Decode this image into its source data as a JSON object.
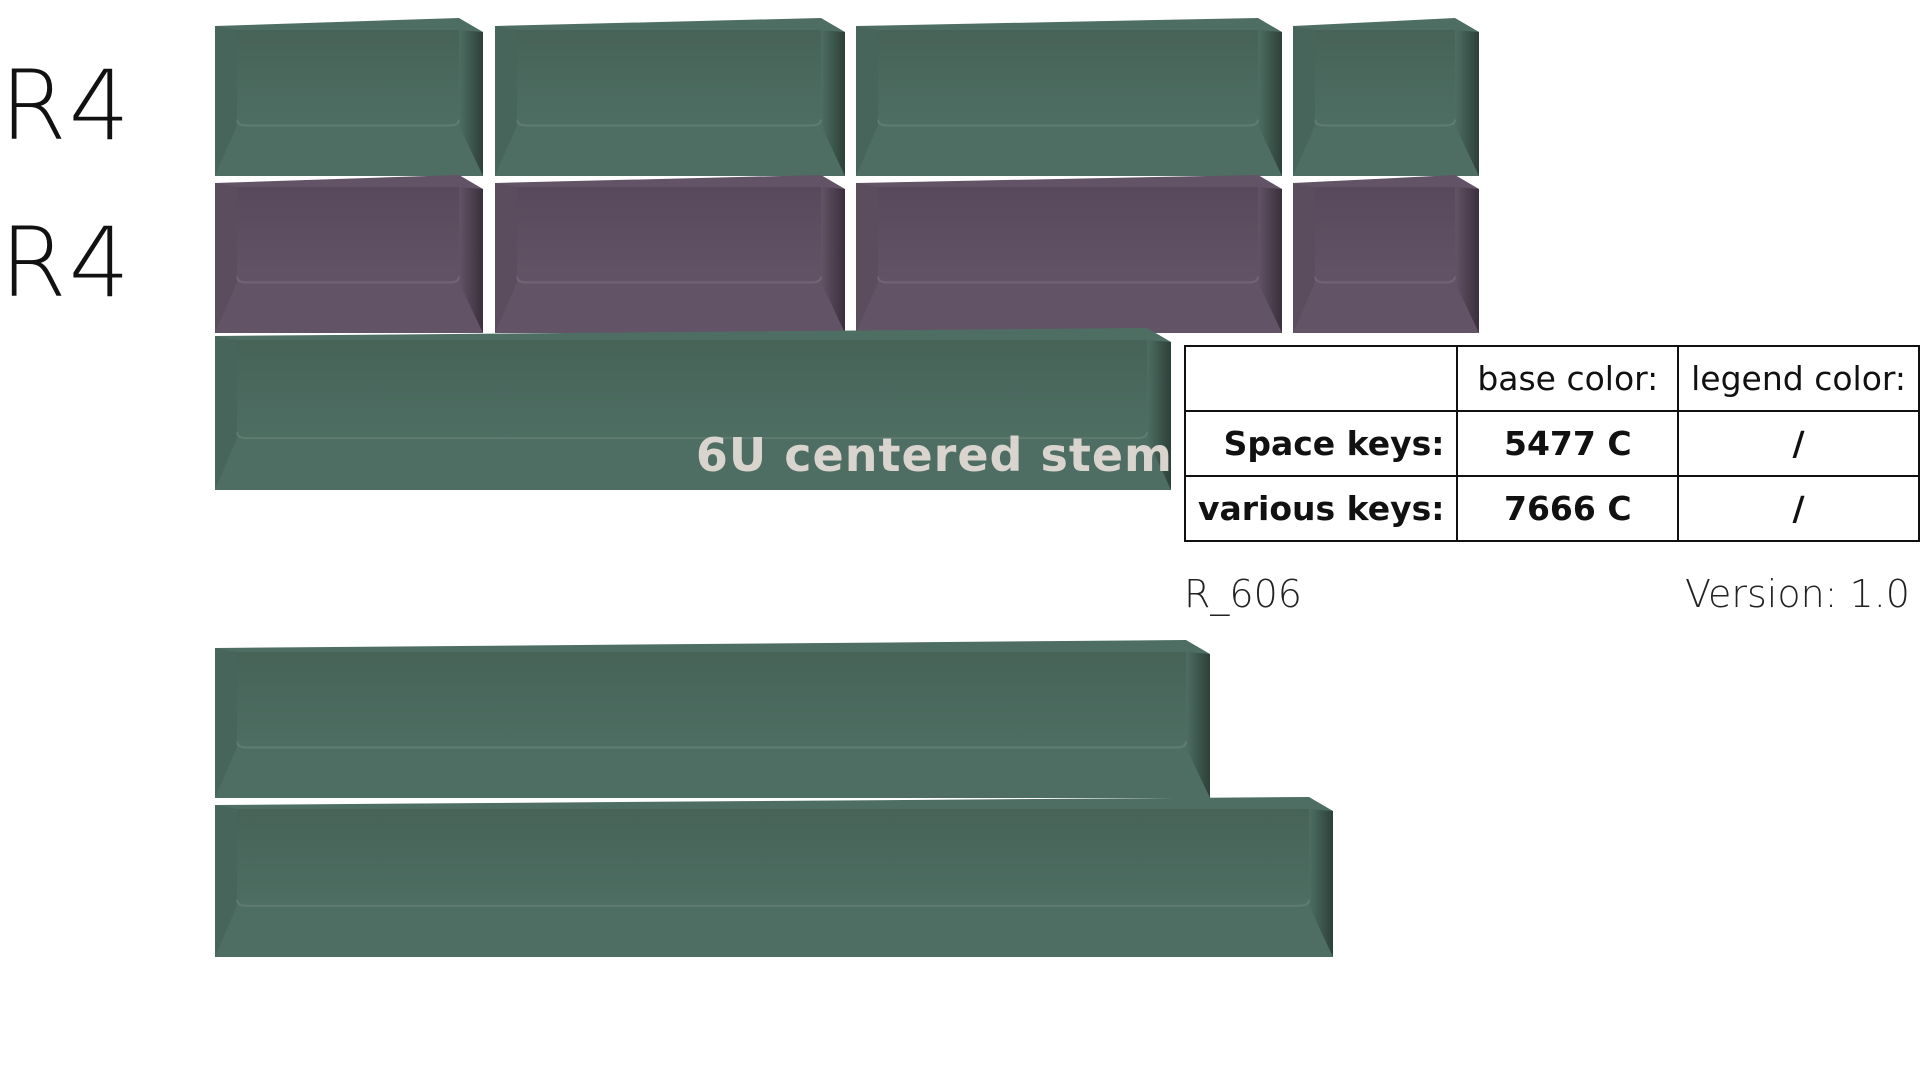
{
  "colors": {
    "green_base": "#4e6e63",
    "green_top": "#476357",
    "green_dark": "#2d4038",
    "purple_base": "#635366",
    "purple_top": "#58495c",
    "purple_dark": "#3a2f3c",
    "legend": "#d9d4ce"
  },
  "row_labels": [
    "R4",
    "R4"
  ],
  "keycaps": [
    {
      "color": "green"
    },
    {
      "color": "green"
    },
    {
      "color": "green"
    },
    {
      "color": "green"
    },
    {
      "color": "purple"
    },
    {
      "color": "purple"
    },
    {
      "color": "purple"
    },
    {
      "color": "purple"
    },
    {
      "color": "green",
      "legend": "6U centered stem"
    },
    {
      "color": "green"
    },
    {
      "color": "green"
    }
  ],
  "spec_table": {
    "header": [
      "",
      "base color:",
      "legend color:"
    ],
    "rows": [
      [
        "Space keys:",
        "5477 C",
        "/"
      ],
      [
        "various keys:",
        "7666 C",
        "/"
      ]
    ]
  },
  "sheet_id": "R_606",
  "version": "Version: 1.0"
}
